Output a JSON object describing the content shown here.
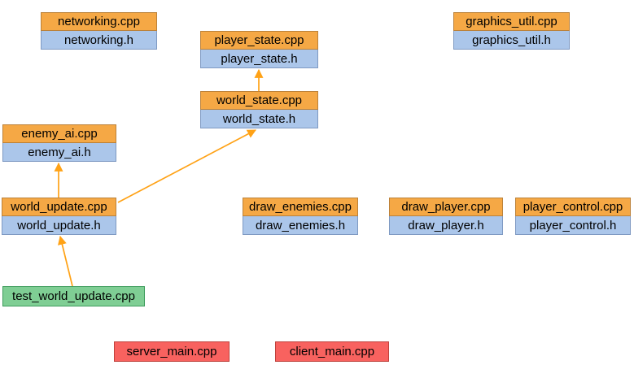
{
  "diagram": {
    "background": "#FFFFFF",
    "colors": {
      "cpp_fill": "#F5A845",
      "cpp_stroke": "#BB8139",
      "h_fill": "#ABC6EA",
      "h_stroke": "#7E99C2",
      "test_fill": "#7FCE94",
      "test_stroke": "#3E9C5C",
      "main_fill": "#F8625F",
      "main_stroke": "#BF423C",
      "arrow": "#FFA216",
      "text": "#000000"
    },
    "nodes": [
      {
        "cpp": "networking.cpp",
        "h": "networking.h"
      },
      {
        "cpp": "player_state.cpp",
        "h": "player_state.h"
      },
      {
        "cpp": "graphics_util.cpp",
        "h": "graphics_util.h"
      },
      {
        "cpp": "world_state.cpp",
        "h": "world_state.h"
      },
      {
        "cpp": "enemy_ai.cpp",
        "h": "enemy_ai.h"
      },
      {
        "cpp": "world_update.cpp",
        "h": "world_update.h"
      },
      {
        "cpp": "draw_enemies.cpp",
        "h": "draw_enemies.h"
      },
      {
        "cpp": "draw_player.cpp",
        "h": "draw_player.h"
      },
      {
        "cpp": "player_control.cpp",
        "h": "player_control.h"
      }
    ],
    "standalone_nodes": [
      {
        "label": "test_world_update.cpp",
        "type": "test"
      },
      {
        "label": "server_main.cpp",
        "type": "main"
      },
      {
        "label": "client_main.cpp",
        "type": "main"
      }
    ],
    "edges": [
      {
        "from": "world_state.cpp",
        "to": "player_state.h"
      },
      {
        "from": "world_update.cpp",
        "to": "world_state.h"
      },
      {
        "from": "world_update.cpp",
        "to": "enemy_ai.h"
      },
      {
        "from": "test_world_update.cpp",
        "to": "world_update.h"
      }
    ]
  }
}
